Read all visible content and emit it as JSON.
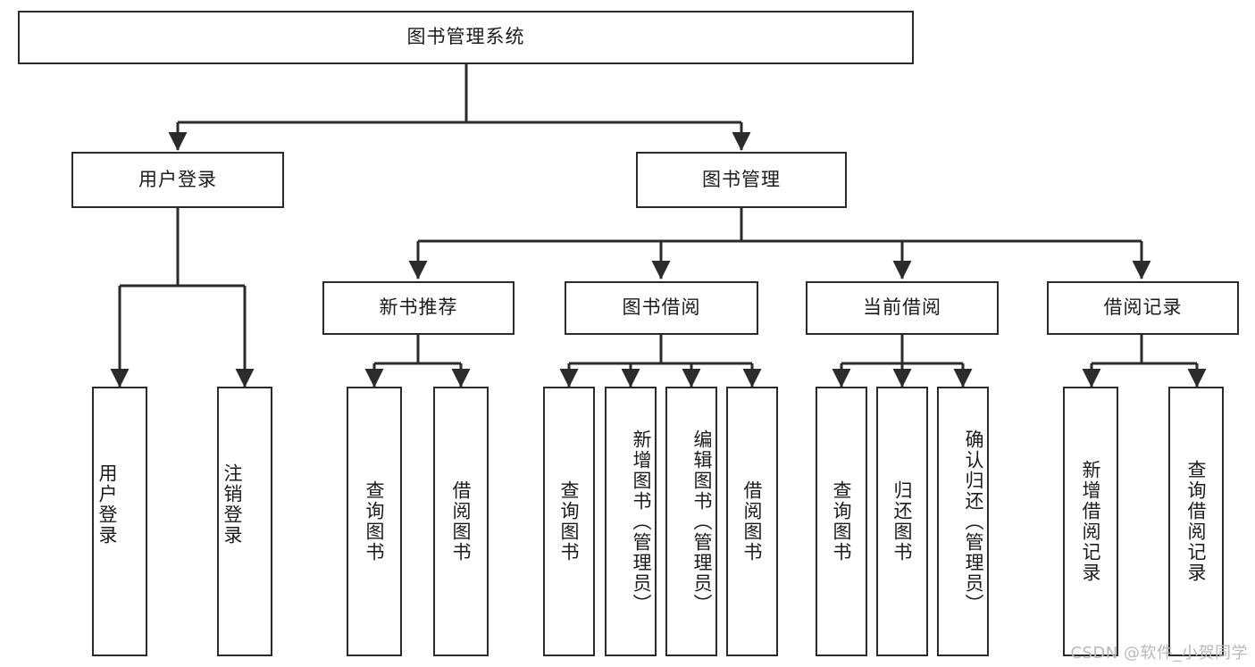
{
  "diagram": {
    "title": "图书管理系统",
    "watermark": "CSDN @软件_小贺同学",
    "root": {
      "label": "图书管理系统"
    },
    "level2": [
      {
        "id": "user-login",
        "label": "用户登录"
      },
      {
        "id": "book-management",
        "label": "图书管理"
      }
    ],
    "level3": [
      {
        "id": "new-book-recommend",
        "label": "新书推荐"
      },
      {
        "id": "book-borrow",
        "label": "图书借阅"
      },
      {
        "id": "current-borrow",
        "label": "当前借阅"
      },
      {
        "id": "borrow-record",
        "label": "借阅记录"
      }
    ],
    "leaves": {
      "user_login": [
        {
          "id": "user-login-leaf",
          "label": "用户登录"
        },
        {
          "id": "logout-leaf",
          "label": "注销登录"
        }
      ],
      "new_book_recommend": [
        {
          "id": "query-book-1",
          "label": "查询图书"
        },
        {
          "id": "borrow-book-1",
          "label": "借阅图书"
        }
      ],
      "book_borrow": [
        {
          "id": "query-book-2",
          "label": "查询图书"
        },
        {
          "id": "add-book",
          "label": "新增图书（管理员）"
        },
        {
          "id": "edit-book",
          "label": "编辑图书（管理员）"
        },
        {
          "id": "borrow-book-2",
          "label": "借阅图书"
        }
      ],
      "current_borrow": [
        {
          "id": "query-book-3",
          "label": "查询图书"
        },
        {
          "id": "return-book",
          "label": "归还图书"
        },
        {
          "id": "confirm-return",
          "label": "确认归还（管理员）"
        }
      ],
      "borrow_record": [
        {
          "id": "add-borrow-record",
          "label": "新增借阅记录"
        },
        {
          "id": "query-borrow-record",
          "label": "查询借阅记录"
        }
      ]
    },
    "colors": {
      "stroke": "#2b2b2b",
      "text": "#1b1b1b",
      "background": "#ffffff",
      "watermark": "#b9b9b9"
    }
  }
}
